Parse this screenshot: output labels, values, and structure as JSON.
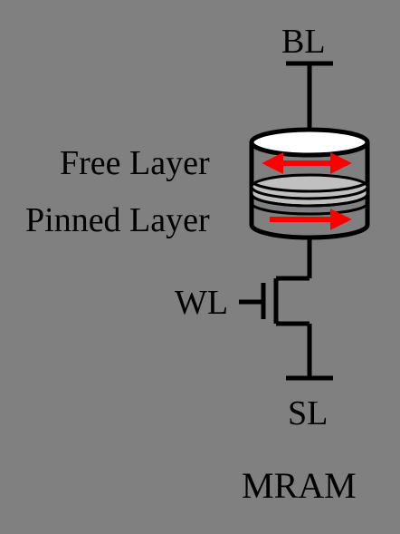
{
  "labels": {
    "bit_line": "BL",
    "free_layer": "Free Layer",
    "pinned_layer": "Pinned Layer",
    "word_line": "WL",
    "source_line": "SL",
    "title": "MRAM"
  },
  "colors": {
    "background": "#808080",
    "line": "#000000",
    "arrow": "#ff0000",
    "top_face": "#ffffff",
    "barrier": "#c0c0c0"
  },
  "arrows": {
    "free_layer": "bidirectional",
    "pinned_layer": "right"
  }
}
